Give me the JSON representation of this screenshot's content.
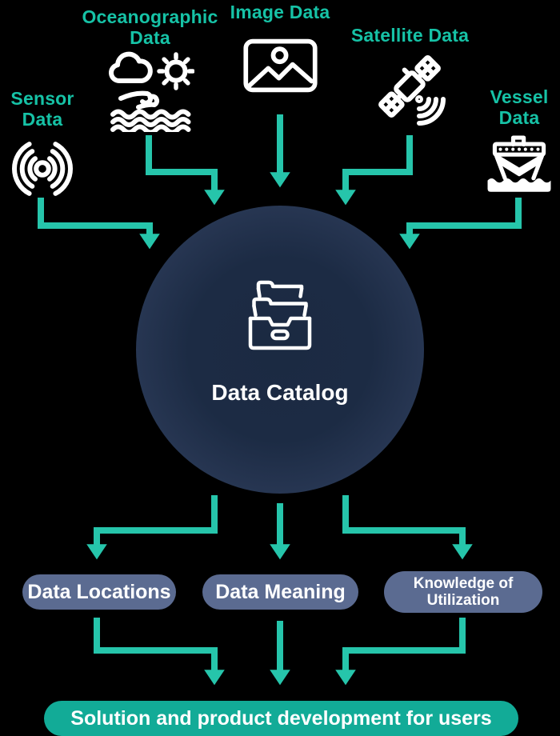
{
  "diagram_title": "Data Catalog flow diagram",
  "sources": [
    {
      "label": "Sensor Data",
      "icon": "broadcast-signal-icon"
    },
    {
      "label": "Oceanographic Data",
      "icon": "weather-waves-icon"
    },
    {
      "label": "Image Data",
      "icon": "picture-icon"
    },
    {
      "label": "Satellite Data",
      "icon": "satellite-icon"
    },
    {
      "label": "Vessel Data",
      "icon": "ship-icon"
    }
  ],
  "catalog": {
    "label": "Data Catalog",
    "icon": "archive-drawers-icon"
  },
  "outputs": [
    {
      "label": "Data Locations"
    },
    {
      "label": "Data Meaning"
    },
    {
      "label": "Knowledge of Utilization"
    }
  ],
  "footer": {
    "label": "Solution and product development for users"
  },
  "colors": {
    "background": "#000000",
    "accent_teal_arrows": "#26c5ab",
    "label_teal": "#16c2a6",
    "output_pill_slate": "#5b6b91",
    "footer_pill_teal": "#12ab97",
    "circle_center": "#1b2a42",
    "circle_edge": "#4e5f82",
    "icon_white": "#ffffff"
  }
}
